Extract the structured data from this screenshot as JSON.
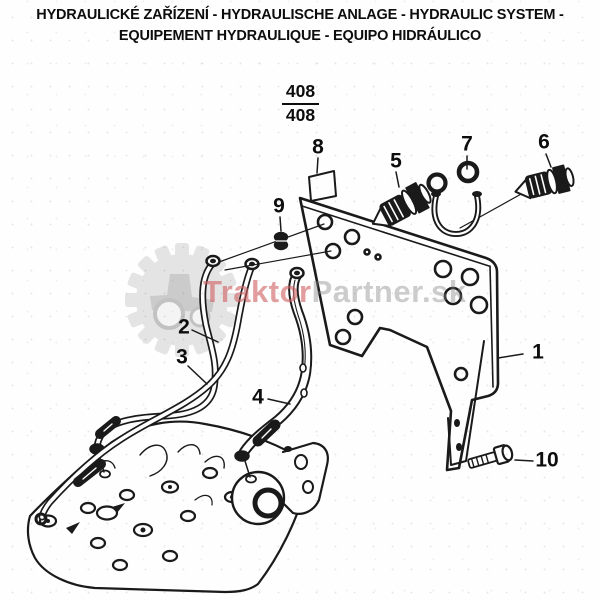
{
  "title": {
    "line1": "HYDRAULICKÉ ZAŘÍZENÍ - HYDRAULISCHE ANLAGE - HYDRAULIC SYSTEM -",
    "line2": "EQUIPEMENT HYDRAULIQUE - EQUIPO HIDRÁULICO"
  },
  "page_ref": {
    "numerator": "408",
    "denominator": "408"
  },
  "watermark": {
    "brand_primary": "Traktor",
    "brand_secondary": "Partner.sk"
  },
  "callouts": [
    {
      "label": "1"
    },
    {
      "label": "2"
    },
    {
      "label": "3"
    },
    {
      "label": "4"
    },
    {
      "label": "5"
    },
    {
      "label": "6"
    },
    {
      "label": "7"
    },
    {
      "label": "8"
    },
    {
      "label": "9"
    },
    {
      "label": "10"
    }
  ],
  "colors": {
    "line": "#1a1a1a",
    "watermark_red": "#d06262",
    "watermark_gray": "#9c9c9c",
    "gear_gray": "#e4e4e4"
  }
}
